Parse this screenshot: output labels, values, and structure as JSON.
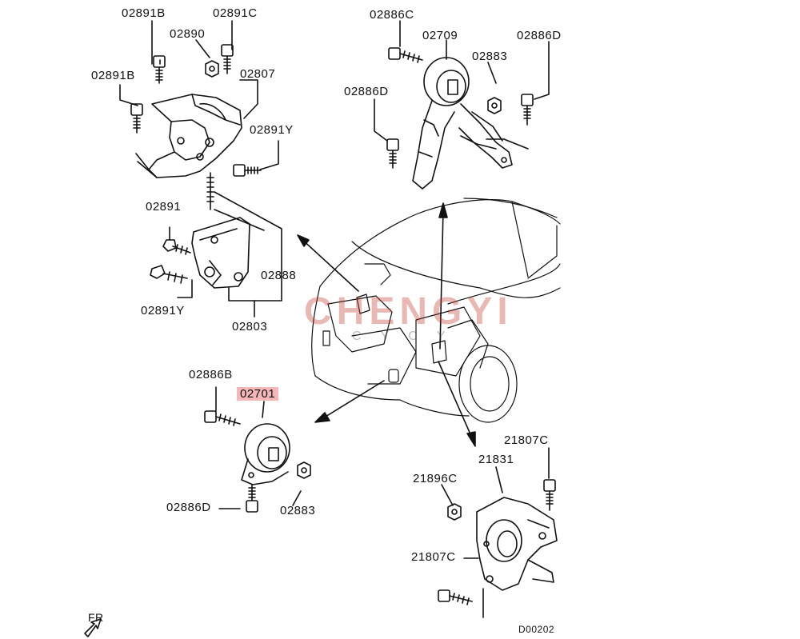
{
  "diagram": {
    "labels": {
      "l_02891B_top": "02891B",
      "l_02891C": "02891C",
      "l_02890": "02890",
      "l_02891B_left": "02891B",
      "l_02807": "02807",
      "l_02891Y_top": "02891Y",
      "l_02891": "02891",
      "l_02888": "02888",
      "l_02891Y_bot": "02891Y",
      "l_02803": "02803",
      "l_02886C": "02886C",
      "l_02709": "02709",
      "l_02886D_right": "02886D",
      "l_02883_top": "02883",
      "l_02886D_left": "02886D",
      "l_02886B": "02886B",
      "l_02701": "02701",
      "l_02886D_bot": "02886D",
      "l_02883_bot": "02883",
      "l_21807C_top": "21807C",
      "l_21831": "21831",
      "l_21896C": "21896C",
      "l_21807C_bot": "21807C"
    },
    "highlight_color": "#f4b6b6",
    "watermark": {
      "brand": "CHENGYI",
      "sub": "CYCY"
    },
    "orientation": "FR",
    "drawing_code": "D00202"
  }
}
